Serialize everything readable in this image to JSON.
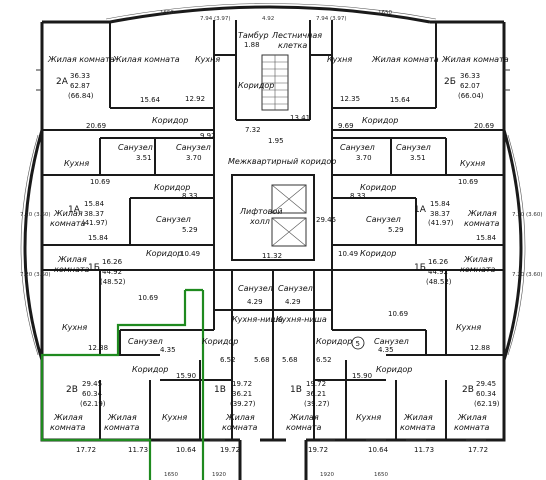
{
  "labels": {
    "living_room": "Жилая комната",
    "living": "Жилая",
    "room": "комната",
    "kitchen": "Кухня",
    "bathroom": "Санузел",
    "corridor": "Коридор",
    "tambour": "Тамбур",
    "stair": "Лестничная клетка",
    "stair_l1": "Лестничная",
    "stair_l2": "клетка",
    "inter_corridor": "Межквартирный коридор",
    "lift": "Лифтовой холл",
    "lift_l1": "Лифтовой",
    "lift_l2": "холл",
    "kitchen_niche": "Кухня-ниша"
  },
  "apartments": {
    "a2A": {
      "code": "2А",
      "area1": "36.33",
      "area2": "62.87",
      "area3": "(66.84)"
    },
    "a2B_top": {
      "code": "2Б",
      "area1": "36.33",
      "area2": "62.07",
      "area3": "(66.04)"
    },
    "a1A_left": {
      "code": "1А",
      "area1": "15.84",
      "area2": "38.37",
      "area3": "(41.97)"
    },
    "a1A_right": {
      "code": "1А",
      "area1": "15.84",
      "area2": "38.37",
      "area3": "(41.97)"
    },
    "a1B_left": {
      "code": "1Б",
      "area1": "16.26",
      "area2": "44.92",
      "area3": "(48.52)"
    },
    "a1B_right": {
      "code": "1Б",
      "area1": "16.26",
      "area2": "44.92",
      "area3": "(48.52)"
    },
    "a2V_left": {
      "code": "2В",
      "area1": "29.45",
      "area2": "60.34",
      "area3": "(62.19)"
    },
    "a2V_right": {
      "code": "2В",
      "area1": "29.45",
      "area2": "60.34",
      "area3": "(62.19)"
    },
    "a1V_left": {
      "code": "1В",
      "area1": "19.72",
      "area2": "36.21",
      "area3": "(39.27)"
    },
    "a1V_right": {
      "code": "1В",
      "area1": "19.72",
      "area2": "36.21",
      "area3": "(39.27)"
    }
  },
  "room_areas": {
    "top_left_kitchen": "15.64",
    "top_left_corr": "12.92",
    "top_left_living": "20.69",
    "top_right_kitchen": "15.64",
    "top_right_corr": "12.35",
    "top_right_living": "20.69",
    "tambour": "1.88",
    "stair": "13.41",
    "small1": "1.95",
    "c732": "7.32",
    "c992": "9.92",
    "c969": "9.69",
    "bath_l1": "3.51",
    "bath_l2": "3.70",
    "bath_r1": "3.70",
    "bath_r2": "3.51",
    "kit_l": "10.69",
    "kit_r": "10.69",
    "corr_l": "8.33",
    "corr_r": "8.33",
    "bath_l3": "5.29",
    "bath_r3": "5.29",
    "inter": "29.45",
    "lift": "11.32",
    "liv_l": "15.84",
    "liv_r": "15.84",
    "corr_l2": "10.49",
    "corr_r2": "10.49",
    "bath_c1": "4.29",
    "bath_c2": "4.29",
    "kit_l2": "10.69",
    "kit_r2": "10.69",
    "lr_l": "12.88",
    "lr_r": "12.88",
    "bath_l4": "4.35",
    "bath_r4": "4.35",
    "niche_l1": "6.52",
    "niche_l2": "5.68",
    "niche_r1": "5.68",
    "niche_r2": "6.52",
    "corr_bl": "15.90",
    "corr_br": "15.90",
    "bot_1": "17.72",
    "bot_2": "11.73",
    "bot_3": "10.64",
    "bot_4": "19.72",
    "bot_5": "19.72",
    "bot_6": "10.64",
    "bot_7": "11.73",
    "bot_8": "17.72"
  },
  "dims": {
    "top1": "7.94 (3.97)",
    "top2": "4.92",
    "top3": "7.94 (3.97)",
    "side_l1": "7.20 (3.60)",
    "side_l2": "7.20 (3.60)",
    "side_r1": "7.20 (3.60)",
    "side_r2": "7.20 (3.60)",
    "d1": "1650",
    "d2": "1650",
    "d3": "1650",
    "d4": "1650",
    "d5": "1920",
    "d6": "1920",
    "circle_mark": "5"
  }
}
